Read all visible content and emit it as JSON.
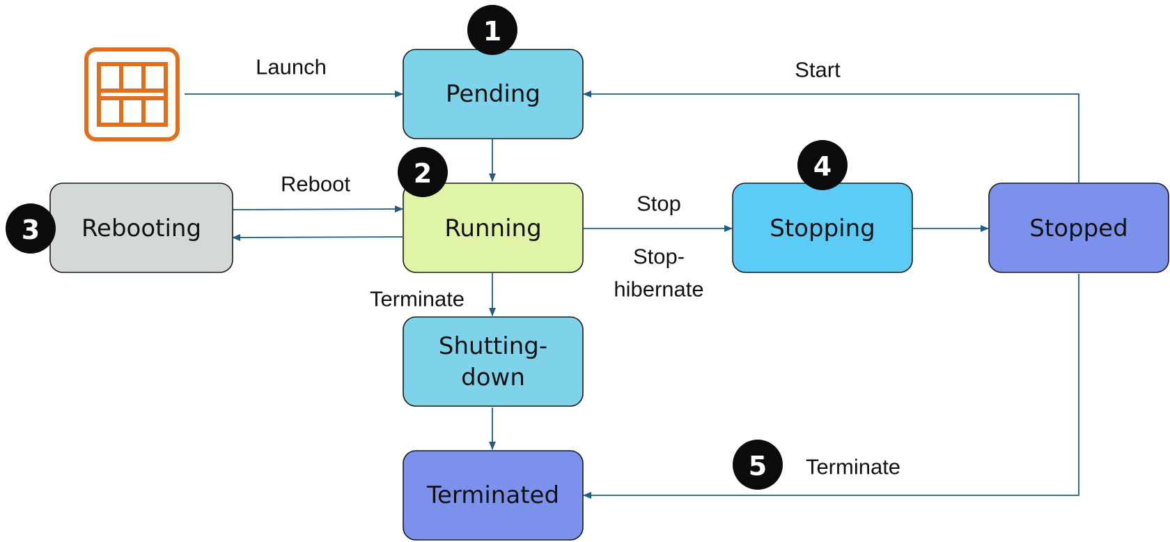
{
  "colors": {
    "pending": "#7ed3ea",
    "running": "#dff4a6",
    "rebooting": "#d3d9d7",
    "stopping": "#5cccf7",
    "stopped": "#7c91ec",
    "shutting_down": "#7ed3ea",
    "terminated": "#7c91ec",
    "arrow": "#1f5f85",
    "instance_icon": "#e07020",
    "badge": "#0b0b0b"
  },
  "icon": "ec2-instance-icon",
  "states": {
    "pending": "Pending",
    "running": "Running",
    "rebooting": "Rebooting",
    "stopping": "Stopping",
    "stopped": "Stopped",
    "shutting_down_line1": "Shutting-",
    "shutting_down_line2": "down",
    "terminated": "Terminated"
  },
  "transitions": {
    "launch": "Launch",
    "start": "Start",
    "reboot": "Reboot",
    "stop": "Stop",
    "stop_hibernate_line1": "Stop-",
    "stop_hibernate_line2": "hibernate",
    "terminate_running": "Terminate",
    "terminate_stopped": "Terminate"
  },
  "badges": {
    "pending": "1",
    "running": "2",
    "rebooting": "3",
    "stopping": "4",
    "terminate": "5"
  }
}
